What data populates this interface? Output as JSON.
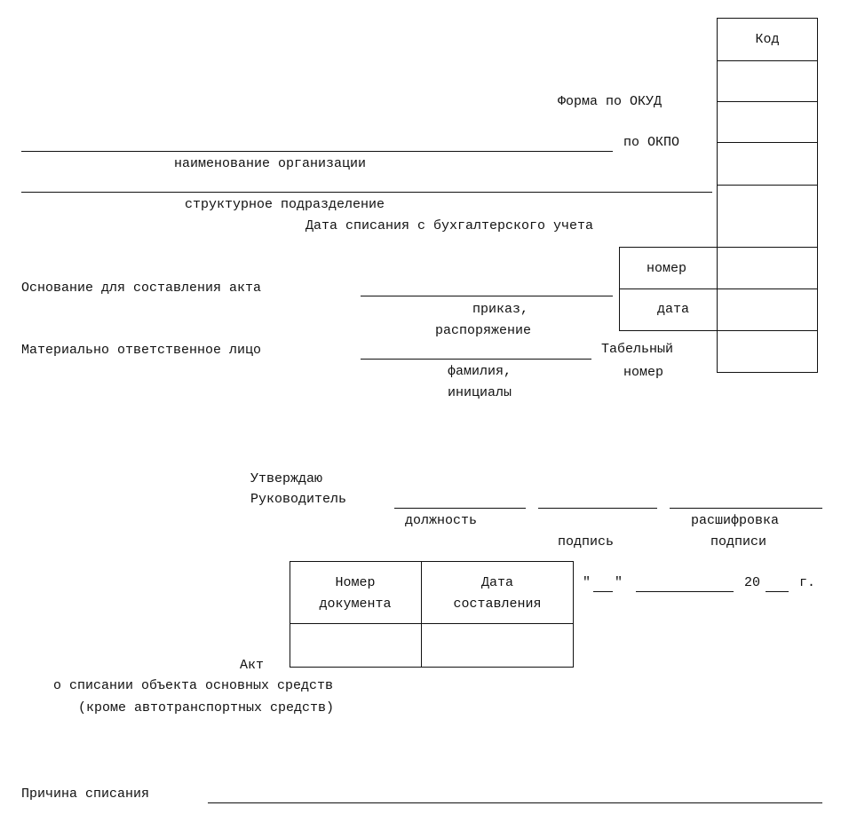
{
  "codes": {
    "header": "Код",
    "okud_label": "Форма по ОКУД",
    "okpo_label": "по ОКПО",
    "number_label": "номер",
    "date_label": "дата",
    "tabel_label_1": "Табельный",
    "tabel_label_2": "номер"
  },
  "org": {
    "name_caption": "наименование организации",
    "unit_caption": "структурное подразделение",
    "writeoff_date_label": "Дата списания с бухгалтерского учета"
  },
  "basis": {
    "label": "Основание для составления акта",
    "caption_1": "приказ,",
    "caption_2": "распоряжение"
  },
  "responsible": {
    "label": "Материально ответственное лицо",
    "caption_1": "фамилия,",
    "caption_2": "инициалы"
  },
  "approval": {
    "approve": "Утверждаю",
    "head": "Руководитель",
    "position": "должность",
    "signature": "подпись",
    "decode_1": "расшифровка",
    "decode_2": "подписи",
    "quote_open": "\"",
    "quote_close": "\"",
    "year_prefix": "20",
    "year_suffix": "г."
  },
  "doc_table": {
    "col1_line1": "Номер",
    "col1_line2": "документа",
    "col2_line1": "Дата",
    "col2_line2": "составления"
  },
  "title": {
    "line1": "Акт",
    "line2": "о списании объекта основных средств",
    "line3": "(кроме автотранспортных средств)"
  },
  "reason": {
    "label": "Причина списания"
  }
}
